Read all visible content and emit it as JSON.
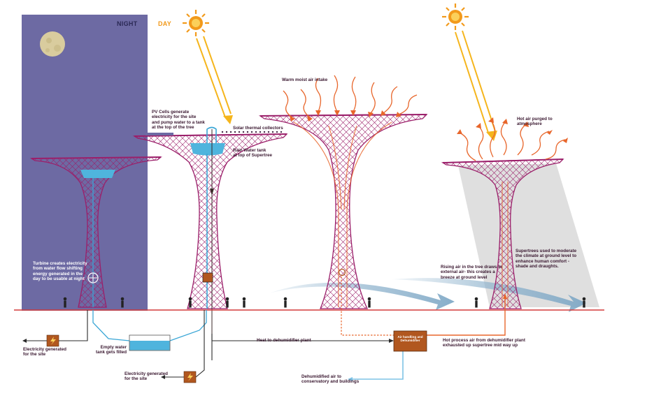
{
  "header": {
    "night": "NIGHT",
    "day": "DAY"
  },
  "labels": {
    "turbine": "Turbine creates electricity\nfrom water flow shifting\nenergy generated in the\nday to be usable at night",
    "pv_cells": "PV Cells generate\nelectricity for the site\nand pump water to a tank\nat the top of the tree",
    "solar_thermal": "Solar thermal collectors",
    "rain_tank": "Rain Water tank\nat top of Supertree",
    "warm_air": "Warm moist air intake",
    "hot_air_purged": "Hot air purged to\natmosphere",
    "supertrees_moderate": "Supertrees used to moderate\nthe climate at ground level to\nenhance human comfort -\nshade and draughts.",
    "rising_air": "Rising air in the tree draws in\nexternal air- this creates a\nbreeze at ground level",
    "electricity_site_left": "Electricity generated\nfor the site",
    "empty_tank": "Empty water\ntank gets filled",
    "electricity_site_bottom": "Electricity generated\nfor the site",
    "heat_dehumidifier": "Heat to dehumidifier plant",
    "hot_process_air": "Hot process air from dehumidifier plant\nexhausted up supertree mid way up",
    "dehumidified_air": "Dehumidified air to\nconservatory and buildings",
    "plant_box": "Air handling and\nDehumidifier"
  },
  "colors": {
    "night_panel": "#6d6aa3",
    "tree_magenta": "#9b1f6a",
    "ground_line": "#d43c3c",
    "water_blue": "#3aa6d6",
    "tank_fill": "#4fb4dd",
    "sun": "#f29a1b",
    "arrow_yellow": "#f5b51c",
    "arrow_orange": "#e8662b",
    "breeze_blue": "#8fb3cd",
    "plant_box": "#b1571f",
    "dehum_blue": "#7ec3e5",
    "shadow": "#d9d9d9"
  },
  "icons": [
    "sun-icon",
    "moon-icon",
    "turbine-icon",
    "generator-icon",
    "person-icon"
  ]
}
